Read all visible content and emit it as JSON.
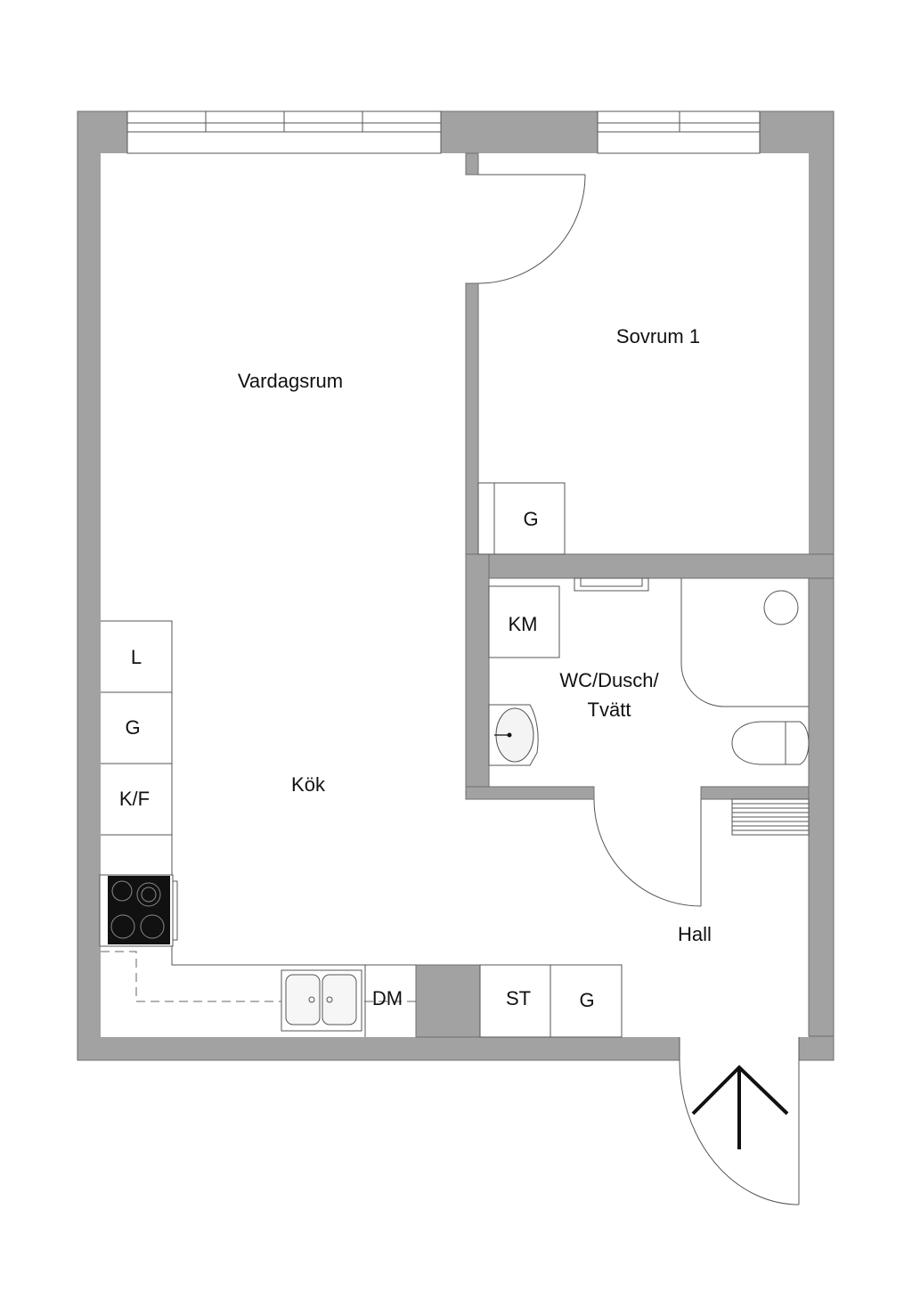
{
  "rooms": {
    "living": "Vardagsrum",
    "bedroom": "Sovrum 1",
    "bathroom_line1": "WC/Dusch/",
    "bathroom_line2": "Tvätt",
    "kitchen": "Kök",
    "hall": "Hall"
  },
  "fixtures": {
    "bedroom_wardrobe": "G",
    "washing_machine": "KM",
    "kitchen_l": "L",
    "kitchen_g": "G",
    "fridge_freezer": "K/F",
    "dishwasher": "DM",
    "hall_st": "ST",
    "hall_g": "G"
  },
  "colors": {
    "wall": "#a2a2a2",
    "stove": "#111111"
  }
}
